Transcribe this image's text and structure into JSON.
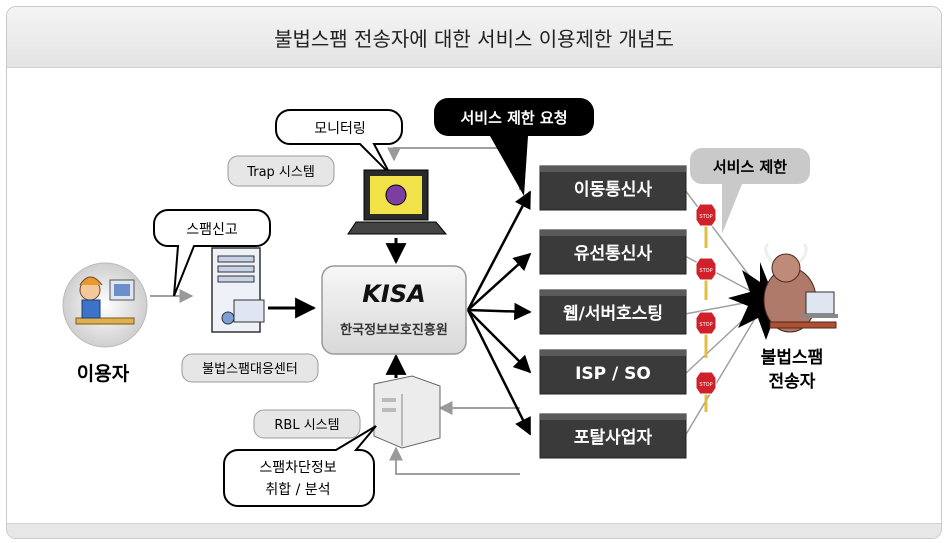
{
  "title": "불법스팸 전송자에 대한 서비스 이용제한 개념도",
  "user_label": "이용자",
  "spam_report_bubble": "스팸신고",
  "monitoring_bubble": "모니터링",
  "trap_system": "Trap 시스템",
  "report_center": "불법스팸대응센터",
  "kisa_logo": "KISA",
  "kisa_name": "한국정보보호진흥원",
  "rbl_system": "RBL 시스템",
  "collect_bubble_line1": "스팸차단정보",
  "collect_bubble_line2": "취합 / 분석",
  "service_request": "서비스 제한 요청",
  "service_limit": "서비스 제한",
  "providers": [
    "이동통신사",
    "유선통신사",
    "웹/서버호스팅",
    "ISP / SO",
    "포탈사업자"
  ],
  "stop_sign": "STOP",
  "spammer_line1": "불법스팸",
  "spammer_line2": "전송자",
  "colors": {
    "provider_box": "#3a3a3a",
    "pill_bg": "#e6e6e6",
    "callout_dark": "#000000",
    "stop_red": "#d0202a"
  }
}
